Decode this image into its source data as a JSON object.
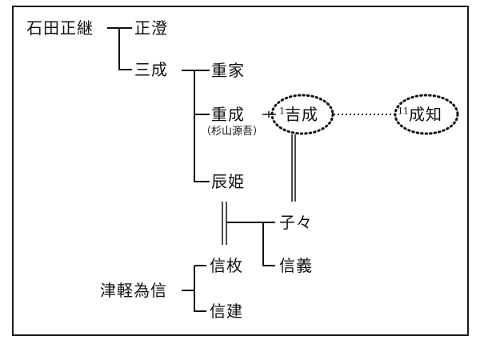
{
  "diagram": {
    "type": "family-tree",
    "persons": {
      "ishida_masatsugu": "石田正継",
      "masazumi": "正澄",
      "mitsunari": "三成",
      "shigeie": "重家",
      "shigenari": "重成",
      "shigenari_note": "（杉山源吾）",
      "yoshinari_num": "1",
      "yoshinari": "吉成",
      "narutomo_num": "11",
      "narutomo": "成知",
      "tatsuhime": "辰姫",
      "koko": "子々",
      "nobuhira": "信枚",
      "nobuyoshi": "信義",
      "tsugaru_tamenobu": "津軽為信",
      "nobutake": "信建"
    },
    "relations": [
      {
        "from": "石田正継",
        "to": [
          "正澄",
          "三成"
        ],
        "kind": "parent-child"
      },
      {
        "from": "三成",
        "to": [
          "重家",
          "重成",
          "辰姫"
        ],
        "kind": "parent-child"
      },
      {
        "from": "重成",
        "to": [
          "吉成"
        ],
        "kind": "parent-child"
      },
      {
        "from": "吉成",
        "to": [
          "成知"
        ],
        "kind": "descent-dotted"
      },
      {
        "from": "吉成",
        "to": [
          "子々"
        ],
        "kind": "marriage"
      },
      {
        "from": "辰姫",
        "to": [
          "子々",
          "信義"
        ],
        "kind": "marriage-children",
        "with": "信枚"
      },
      {
        "from": "津軽為信",
        "to": [
          "信枚",
          "信建"
        ],
        "kind": "parent-child"
      }
    ]
  }
}
